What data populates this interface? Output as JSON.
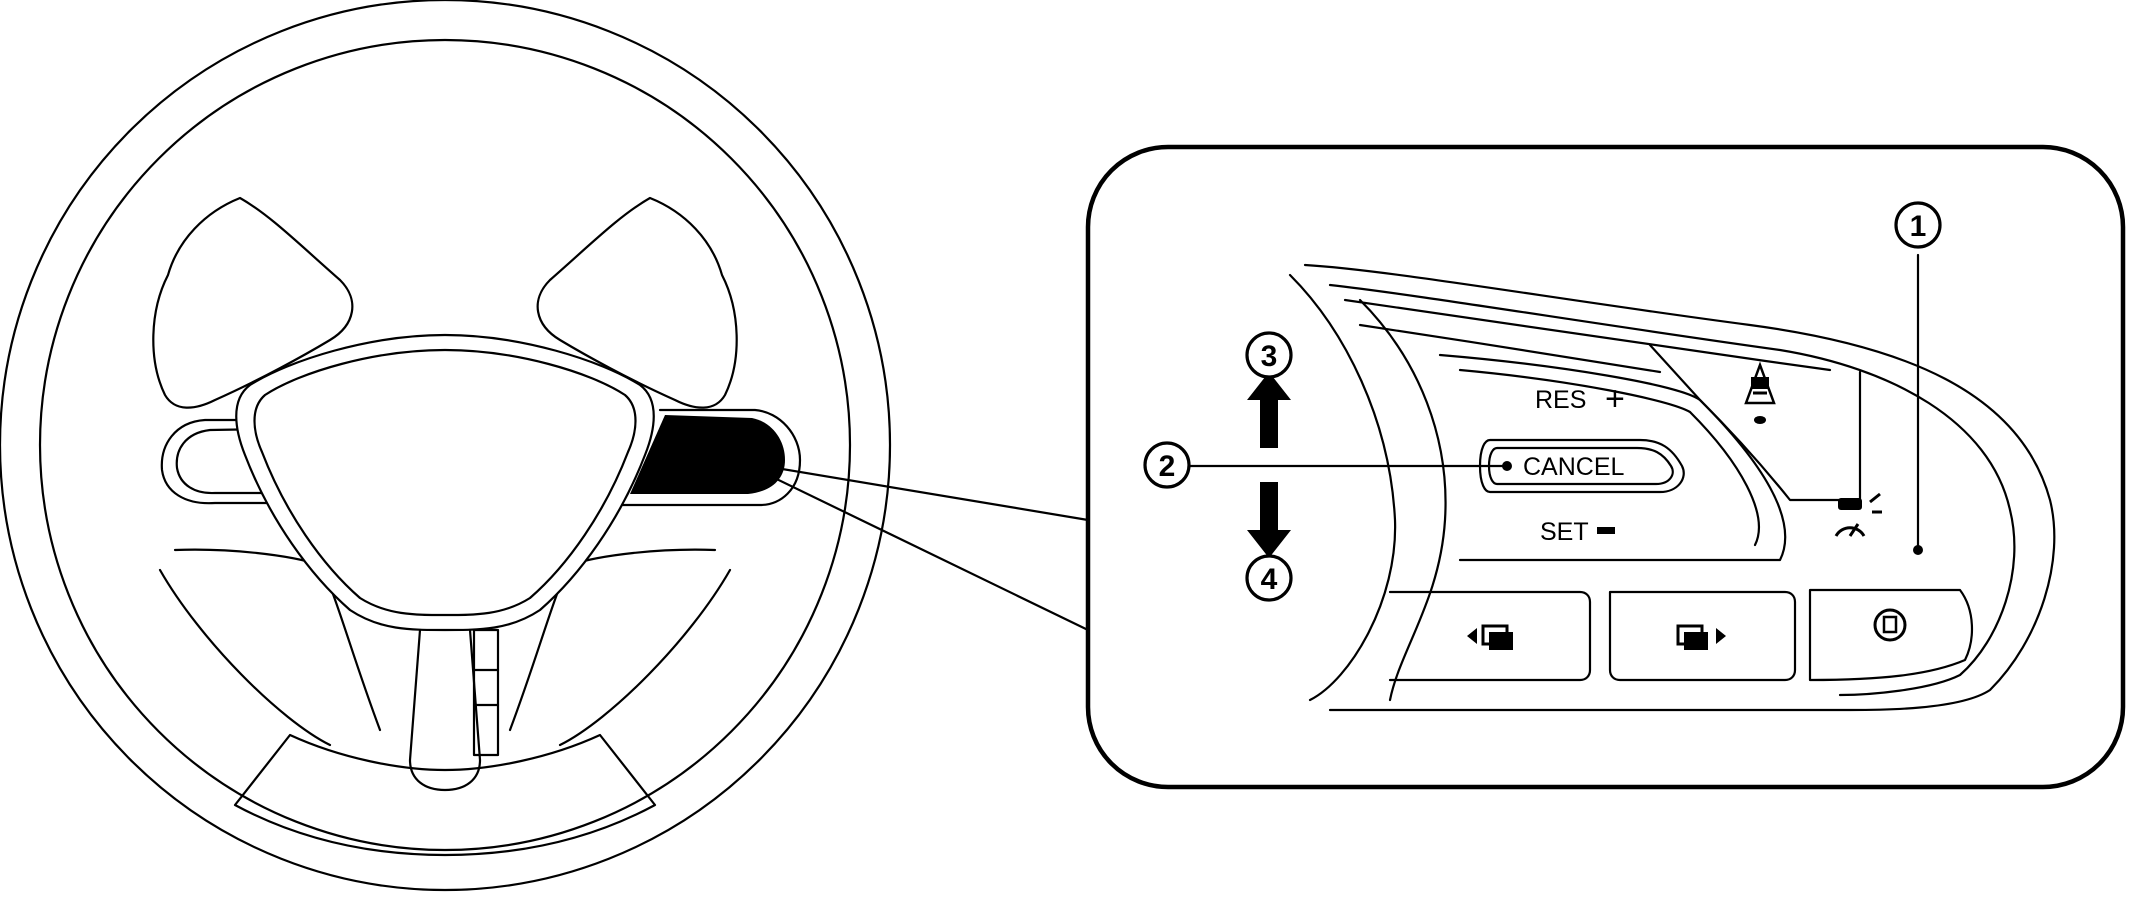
{
  "controls": {
    "res_label": "RES",
    "res_sign": "+",
    "cancel_label": "CANCEL",
    "set_label": "SET",
    "set_sign": "−"
  },
  "callouts": [
    {
      "id": "1",
      "text": "1"
    },
    {
      "id": "2",
      "text": "2"
    },
    {
      "id": "3",
      "text": "3"
    },
    {
      "id": "4",
      "text": "4"
    }
  ],
  "icons": [
    "lane-assist-icon",
    "driver-assist-speedometer-icon",
    "vehicle-distance-icon",
    "previous-screen-icon",
    "next-screen-icon",
    "up-arrow-icon",
    "down-arrow-icon"
  ]
}
